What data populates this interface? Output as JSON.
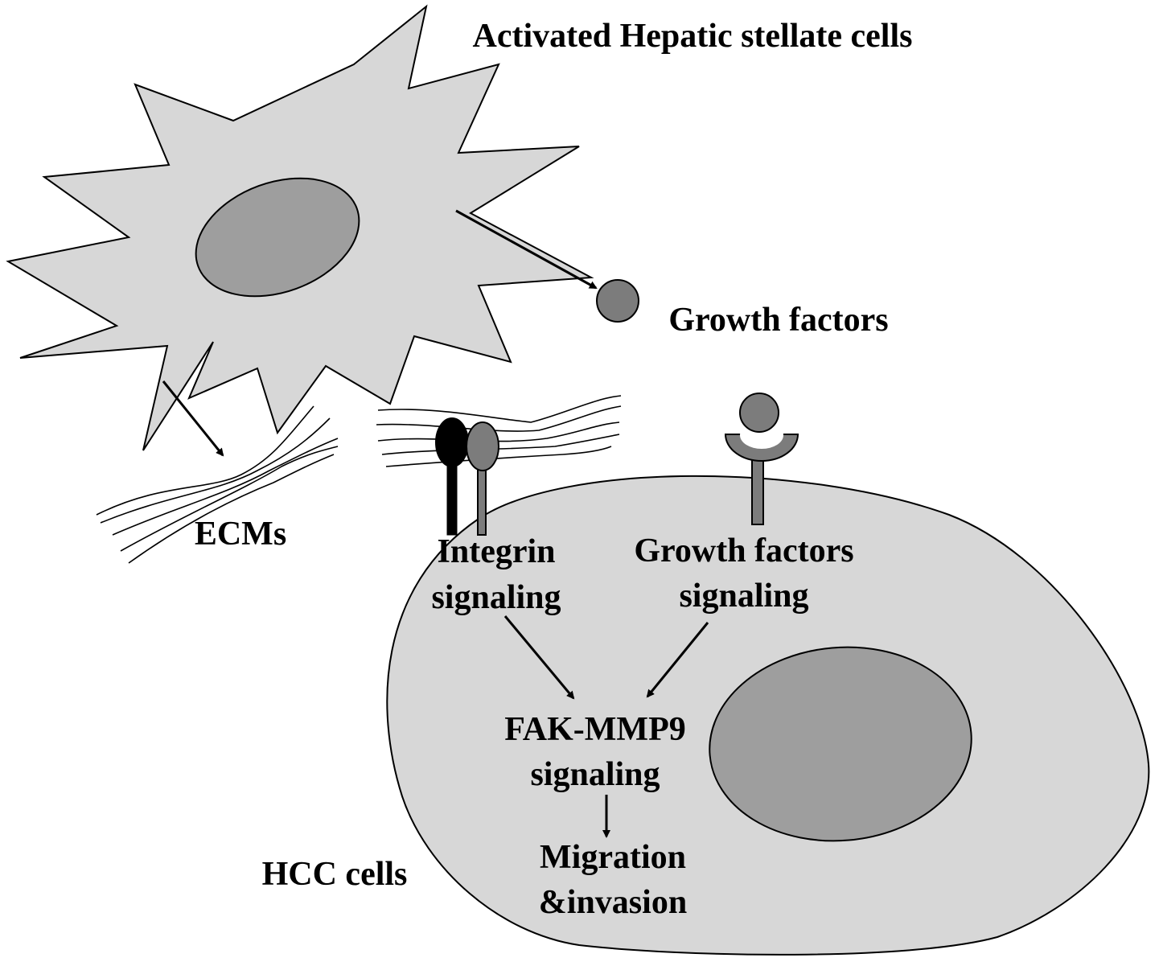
{
  "labels": {
    "stellate_title": "Activated Hepatic stellate cells",
    "growth_factors": "Growth factors",
    "ecms": "ECMs",
    "integrin_line1": "Integrin",
    "integrin_line2": "signaling",
    "gf_signal_line1": "Growth factors",
    "gf_signal_line2": "signaling",
    "fak_line1": "FAK-MMP9",
    "fak_line2": "signaling",
    "migration_line1": "Migration",
    "migration_line2": "&invasion",
    "hcc_cells": "HCC cells"
  },
  "colors": {
    "cell_fill": "#d7d7d7",
    "nucleus_fill": "#9e9e9e",
    "ligand_fill": "#7c7c7c",
    "integrin_alpha": "#000000",
    "outline": "#000000",
    "background": "#ffffff"
  }
}
